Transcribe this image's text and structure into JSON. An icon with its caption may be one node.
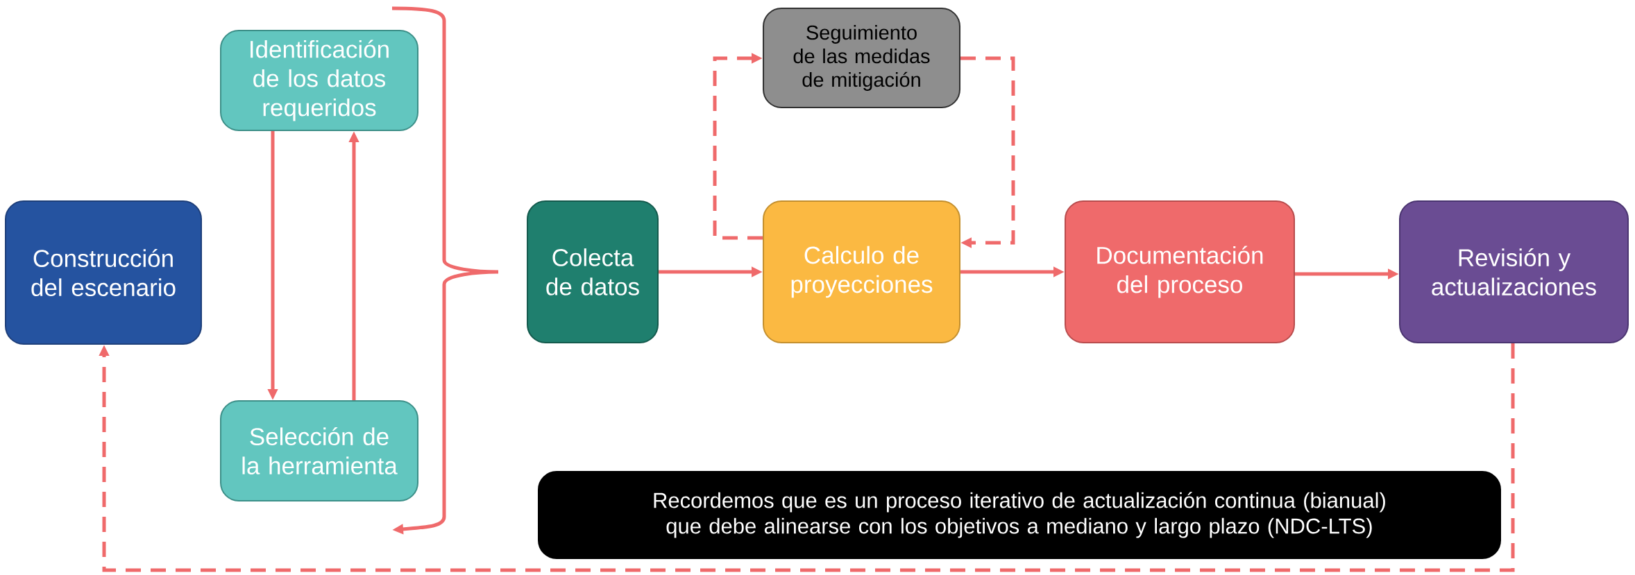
{
  "diagram": {
    "nodes": [
      {
        "text": [
          "Construcción del escenario"
        ]
      },
      {
        "text": [
          "Identificación de los datos requeridos"
        ]
      },
      {
        "text": [
          "Selección de la herramienta"
        ]
      },
      {
        "text": [
          "Colecta de datos"
        ]
      },
      {
        "text": [
          "Calculo de proyecciones"
        ]
      },
      {
        "text": [
          "Seguimiento de las medidas de mitigación"
        ]
      },
      {
        "text": [
          "Documentación del proceso"
        ]
      },
      {
        "text": [
          "Revisión y actualizaciones"
        ]
      },
      {
        "text": [
          "Recordemos que es un proceso iterativo de actualización continua (bianual) que debe alinearse con los objetivos a mediano y largo plazo (NDC-LTS)"
        ]
      }
    ],
    "edges": [
      {
        "from": 1,
        "to": 2,
        "arrow": "to"
      },
      {
        "from": 2,
        "to": 1,
        "arrow": "to"
      },
      {
        "from": 3,
        "to": 4,
        "arrow": "to"
      },
      {
        "from": 4,
        "to": 6,
        "arrow": "to"
      },
      {
        "from": 6,
        "to": 7,
        "arrow": "to"
      },
      {
        "from": 4,
        "to": 5,
        "arrow": "to",
        "style": "dashed"
      },
      {
        "from": 5,
        "to": 4,
        "arrow": "to",
        "style": "dashed"
      },
      {
        "from": 7,
        "to": 0,
        "arrow": "to",
        "style": "dashed"
      }
    ]
  }
}
